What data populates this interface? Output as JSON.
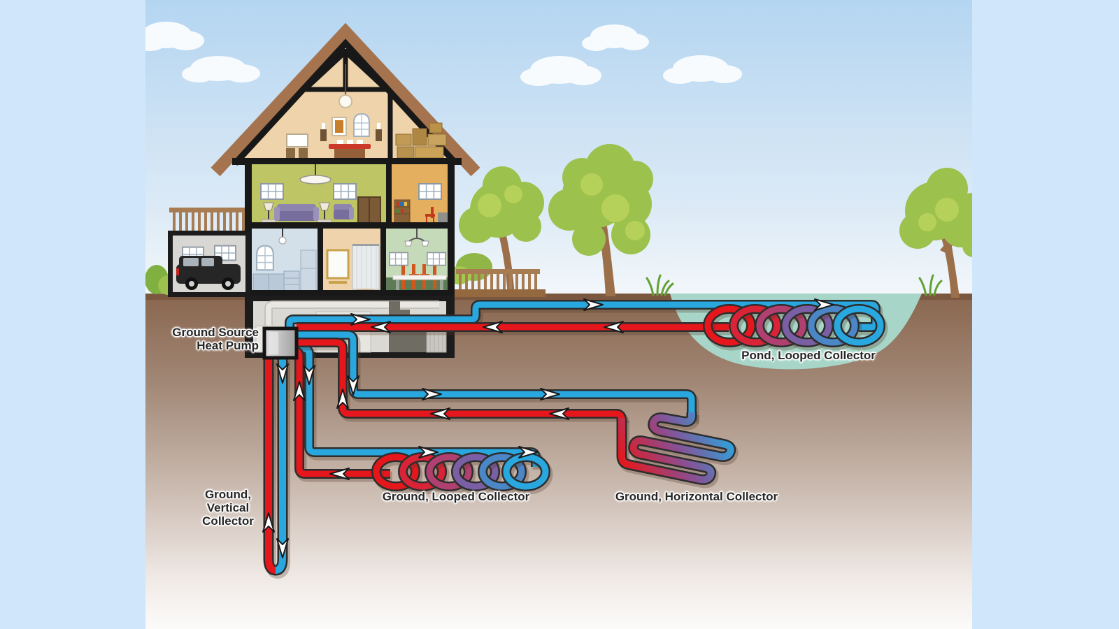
{
  "labels": {
    "heat_pump": {
      "line1": "Ground Source",
      "line2": "Heat Pump"
    },
    "pond_looped_collector": "Pond, Looped Collector",
    "ground_looped_collector": "Ground, Looped Collector",
    "ground_horizontal_collector": "Ground, Horizontal Collector",
    "ground_vertical_collector": {
      "line1": "Ground,",
      "line2": "Vertical",
      "line3": "Collector"
    }
  },
  "colors": {
    "warm_pipe_red": "#e6171c",
    "cold_pipe_blue": "#29a8e0",
    "pond_water": "#a7d6c8",
    "soil_brown": "#8a6750",
    "sky_blue": "#bcd9f2",
    "page_background": "#cfe6fb",
    "roof_brown": "#a5734e",
    "tree_green": "#9cc14d"
  }
}
